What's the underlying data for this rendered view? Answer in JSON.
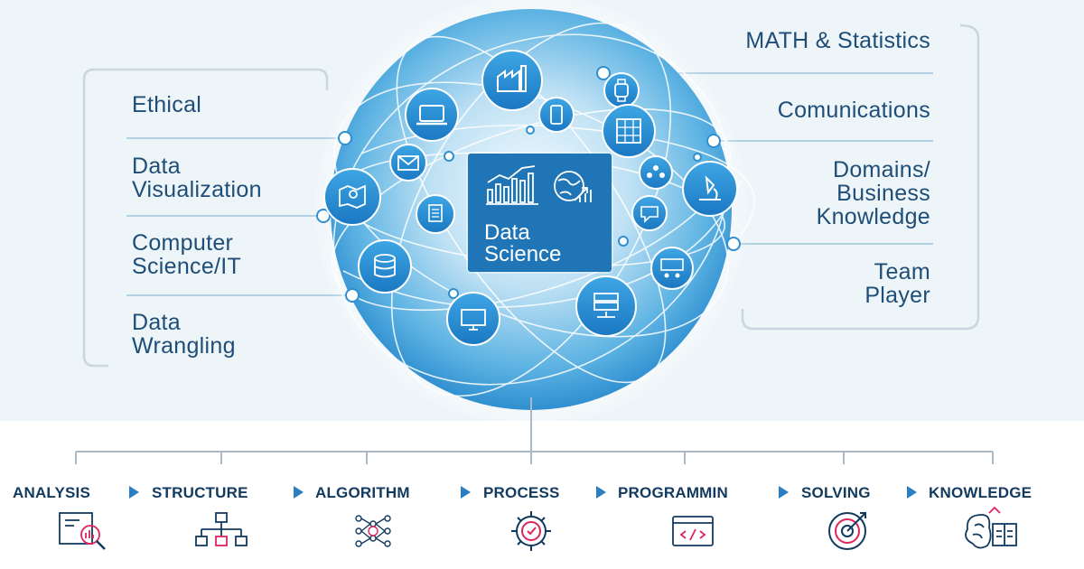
{
  "center": {
    "title": "Data\nScience"
  },
  "left_labels": [
    {
      "id": "ethical",
      "text": "Ethical"
    },
    {
      "id": "data-visualization",
      "text": "Data\nVisualization"
    },
    {
      "id": "computer-science-it",
      "text": "Computer\nScience/IT"
    },
    {
      "id": "data-wrangling",
      "text": "Data\nWrangling"
    }
  ],
  "right_labels": [
    {
      "id": "math-statistics",
      "text": "MATH & Statistics"
    },
    {
      "id": "comunications",
      "text": "Comunications"
    },
    {
      "id": "domains-business-knowledge",
      "text": "Domains/\nBusiness\nKnowledge"
    },
    {
      "id": "team-player",
      "text": "Team\nPlayer"
    }
  ],
  "process_steps": [
    {
      "id": "analysis",
      "label": "ANALYSIS",
      "icon": "analysis-magnifier-icon"
    },
    {
      "id": "structure",
      "label": "STRUCTURE",
      "icon": "structure-hierarchy-icon"
    },
    {
      "id": "algorithm",
      "label": "ALGORITHM",
      "icon": "algorithm-network-icon"
    },
    {
      "id": "process",
      "label": "PROCESS",
      "icon": "process-gear-icon"
    },
    {
      "id": "programmin",
      "label": "PROGRAMMIN",
      "icon": "programming-code-icon"
    },
    {
      "id": "solving",
      "label": "SOLVING",
      "icon": "solving-target-icon"
    },
    {
      "id": "knowledge",
      "label": "KNOWLEDGE",
      "icon": "knowledge-brain-book-icon"
    }
  ],
  "globe_icons": [
    "factory-icon",
    "laptop-icon",
    "smartphone-icon",
    "smartwatch-icon",
    "server-grid-icon",
    "email-icon",
    "team-icon",
    "map-location-icon",
    "microscope-icon",
    "documents-icon",
    "chat-bubble-icon",
    "database-icon",
    "presentation-icon",
    "server-rack-icon",
    "monitor-icon",
    "bar-chart-icon",
    "globe-growth-icon"
  ],
  "colors": {
    "background": "#eef5f9",
    "text": "#1e4d77",
    "accent": "#1f75b5",
    "arrow": "#2b7fc0",
    "highlight": "#e0245e"
  }
}
